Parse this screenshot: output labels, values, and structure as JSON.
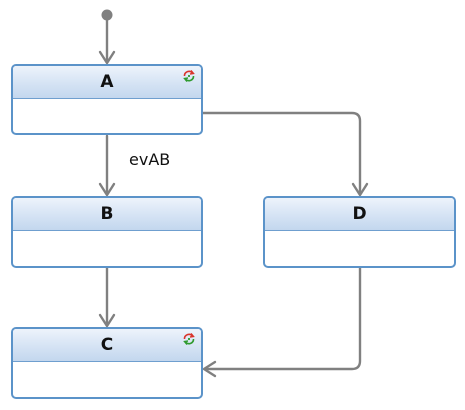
{
  "diagram": {
    "states": [
      {
        "id": "A",
        "label": "A",
        "has_sync_icon": true
      },
      {
        "id": "B",
        "label": "B",
        "has_sync_icon": false
      },
      {
        "id": "D",
        "label": "D",
        "has_sync_icon": false
      },
      {
        "id": "C",
        "label": "C",
        "has_sync_icon": true
      }
    ],
    "transitions": [
      {
        "from": "initial",
        "to": "A",
        "label": ""
      },
      {
        "from": "A",
        "to": "B",
        "label": "evAB"
      },
      {
        "from": "A",
        "to": "D",
        "label": ""
      },
      {
        "from": "B",
        "to": "C",
        "label": ""
      },
      {
        "from": "D",
        "to": "C",
        "label": ""
      }
    ],
    "colors": {
      "state_border": "#5b93c9",
      "header_fill": "#d5e3f4",
      "edge": "#808080",
      "icon_green": "#2e9a2e",
      "icon_red": "#d9342b"
    }
  }
}
